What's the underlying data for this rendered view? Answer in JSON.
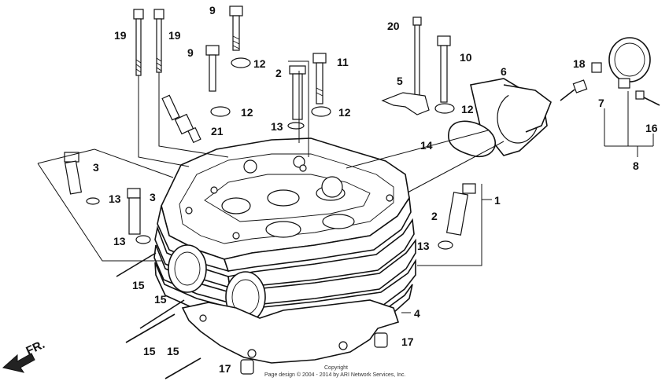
{
  "callouts": [
    {
      "id": "c19a",
      "text": "19"
    },
    {
      "id": "c19b",
      "text": "19"
    },
    {
      "id": "c9a",
      "text": "9"
    },
    {
      "id": "c9b",
      "text": "9"
    },
    {
      "id": "c12a",
      "text": "12"
    },
    {
      "id": "c12b",
      "text": "12"
    },
    {
      "id": "c12c",
      "text": "12"
    },
    {
      "id": "c12d",
      "text": "12"
    },
    {
      "id": "c2a",
      "text": "2"
    },
    {
      "id": "c2b",
      "text": "2"
    },
    {
      "id": "c11",
      "text": "11"
    },
    {
      "id": "c20",
      "text": "20"
    },
    {
      "id": "c10",
      "text": "10"
    },
    {
      "id": "c5",
      "text": "5"
    },
    {
      "id": "c6",
      "text": "6"
    },
    {
      "id": "c18",
      "text": "18"
    },
    {
      "id": "c7",
      "text": "7"
    },
    {
      "id": "c16",
      "text": "16"
    },
    {
      "id": "c8",
      "text": "8"
    },
    {
      "id": "c21",
      "text": "21"
    },
    {
      "id": "c13a",
      "text": "13"
    },
    {
      "id": "c13b",
      "text": "13"
    },
    {
      "id": "c13c",
      "text": "13"
    },
    {
      "id": "c13d",
      "text": "13"
    },
    {
      "id": "c3a",
      "text": "3"
    },
    {
      "id": "c3b",
      "text": "3"
    },
    {
      "id": "c14",
      "text": "14"
    },
    {
      "id": "c1",
      "text": "1"
    },
    {
      "id": "c15a",
      "text": "15"
    },
    {
      "id": "c15b",
      "text": "15"
    },
    {
      "id": "c15c",
      "text": "15"
    },
    {
      "id": "c15d",
      "text": "15"
    },
    {
      "id": "c4",
      "text": "4"
    },
    {
      "id": "c17a",
      "text": "17"
    },
    {
      "id": "c17b",
      "text": "17"
    }
  ],
  "direction_label": "FR.",
  "copyright_line1": "Copyright",
  "copyright_line2": "Page design © 2004 - 2014 by ARI Network Services, Inc."
}
